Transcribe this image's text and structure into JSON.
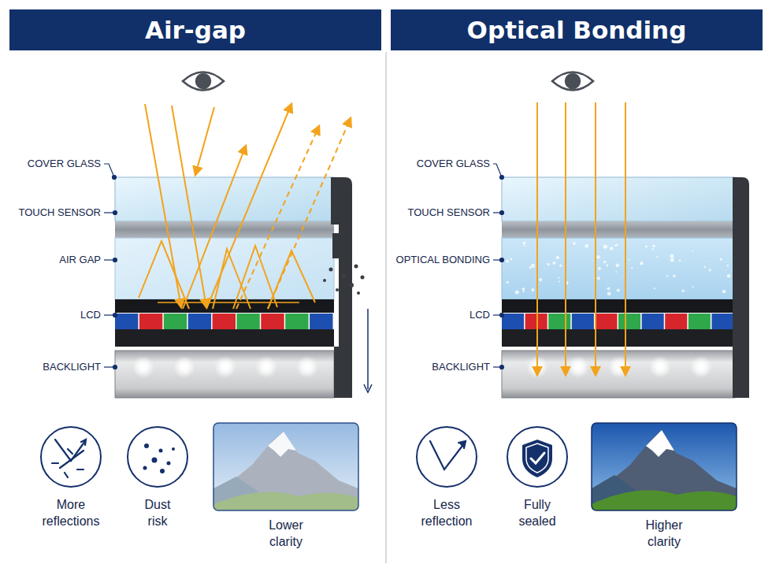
{
  "diagram": {
    "nodes": [
      {
        "text": [
          "Air-gap"
        ]
      },
      {
        "text": [
          "Optical Bonding"
        ]
      }
    ],
    "labels": [
      "COVER GLASS",
      "TOUCH SENSOR",
      "AIR GAP",
      "LCD",
      "BACKLIGHT",
      "COVER GLASS",
      "TOUCH SENSOR",
      "OPTICAL BONDING",
      "LCD",
      "BACKLIGHT",
      "More reflections",
      "Dust risk",
      "Lower clarity",
      "Less reflection",
      "Fully sealed",
      "Higher clarity"
    ]
  }
}
